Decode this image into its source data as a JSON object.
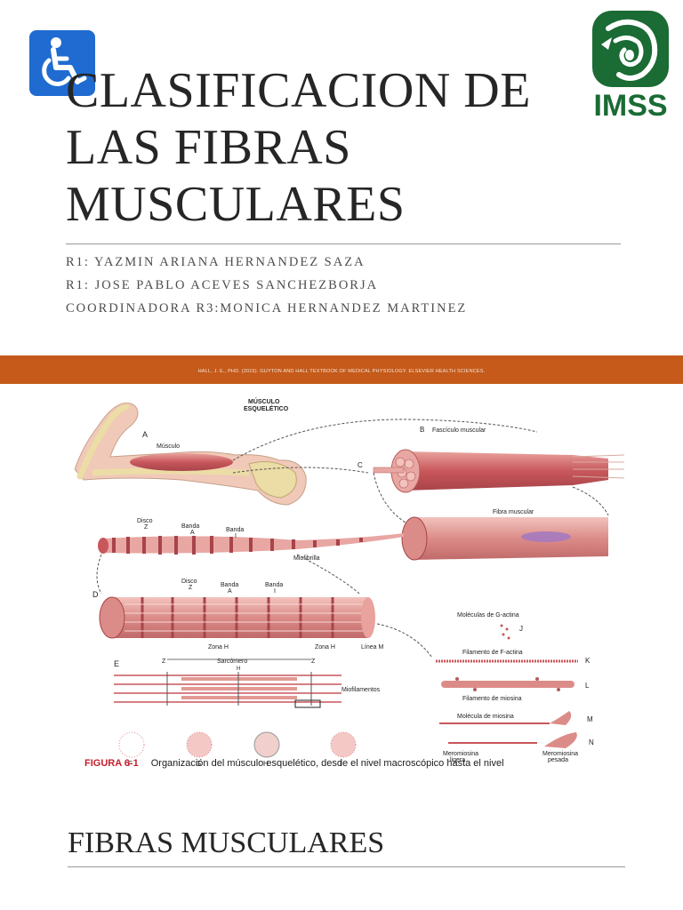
{
  "header": {
    "title_lines": [
      "CLASIFICACION DE",
      "LAS FIBRAS",
      "MUSCULARES"
    ],
    "logo_text": "IMSS"
  },
  "authors": [
    "R1: YAZMIN ARIANA HERNANDEZ SAZA",
    "R1: JOSE PABLO ACEVES SANCHEZBORJA",
    "COORDINADORA R3:MONICA HERNANDEZ MARTINEZ"
  ],
  "citation": "HALL, J. E., PHD. (2015). GUYTON AND HALL TEXTBOOK OF MEDICAL PHYSIOLOGY. ELSEVIER HEALTH SCIENCES.",
  "figure": {
    "heading_line1": "MÚSCULO",
    "heading_line2": "ESQUELÉTICO",
    "labels": {
      "a": "A",
      "musculo": "Músculo",
      "b": "B",
      "fasciculo": "Fascículo muscular",
      "c": "C",
      "fibra": "Fibra muscular",
      "disco1": "Disco",
      "z1": "Z",
      "banda_a1": "Banda",
      "a1": "A",
      "banda_i1": "Banda",
      "i1": "I",
      "miofibrilla": "Miofibrilla",
      "d": "D",
      "disco2": "Disco",
      "z2": "Z",
      "banda_a2": "Banda",
      "a2": "A",
      "banda_i2": "Banda",
      "i2": "I",
      "zona_h1": "Zona H",
      "zona_h2": "Zona H",
      "linea_m": "Línea M",
      "e": "E",
      "z3": "Z",
      "sarcomero": "Sarcómero",
      "z4": "Z",
      "h": "H",
      "miofilamentos": "Miofilamentos",
      "f": "F",
      "g": "G",
      "h2": "H",
      "i3": "I",
      "g_actina": "Moléculas de G-actina",
      "j": "J",
      "f_actina": "Filamento de F-actina",
      "k": "K",
      "miosina_fil": "Filamento de miosina",
      "l": "L",
      "miosina_mol": "Molécula de miosina",
      "m": "M",
      "meromiosina_l1": "Meromiosina",
      "meromiosina_l2": "ligera",
      "meromiosina_p1": "Meromiosina",
      "meromiosina_p2": "pesada",
      "n": "N"
    },
    "caption_label": "FIGURA 6-1",
    "caption_text": "Organización del músculo esquelético, desde el nivel macroscópico hasta el nivel"
  },
  "section_title": "FIBRAS MUSCULARES",
  "colors": {
    "accent_band": "#c55a1a",
    "imss_green": "#1a6b34",
    "wheelchair_blue": "#1f6bd1",
    "muscle_red": "#c8575b",
    "muscle_pink": "#e8a7a3",
    "bone": "#ecdca6",
    "caption_red": "#c21e2c"
  },
  "icons": [
    "wheelchair-icon",
    "imss-logo-icon"
  ]
}
